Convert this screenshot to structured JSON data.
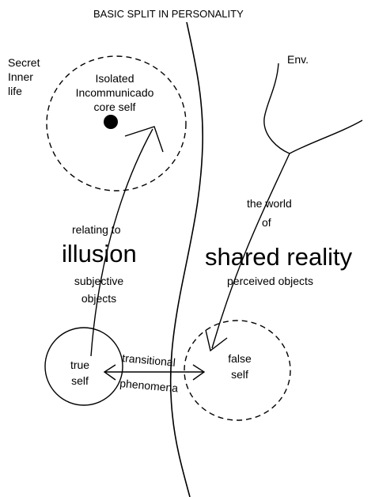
{
  "title": "BASIC SPLIT IN PERSONALITY",
  "labels": {
    "secret_inner_life": [
      "Secret",
      "Inner",
      "life"
    ],
    "core_self": [
      "Isolated",
      "Incommunicado",
      "core self"
    ],
    "env": "Env.",
    "world_of": [
      "the world",
      "of"
    ],
    "shared_reality": "shared reality",
    "perceived_objects": "perceived objects",
    "relating_to": "relating to",
    "illusion": "illusion",
    "subjective_objects": [
      "subjective",
      "objects"
    ],
    "true_self": [
      "true",
      "self"
    ],
    "false_self": [
      "false",
      "self"
    ],
    "transitional_phenomena": [
      "transitional",
      "phenomena"
    ]
  },
  "colors": {
    "ink": "#000000",
    "background": "#ffffff"
  }
}
